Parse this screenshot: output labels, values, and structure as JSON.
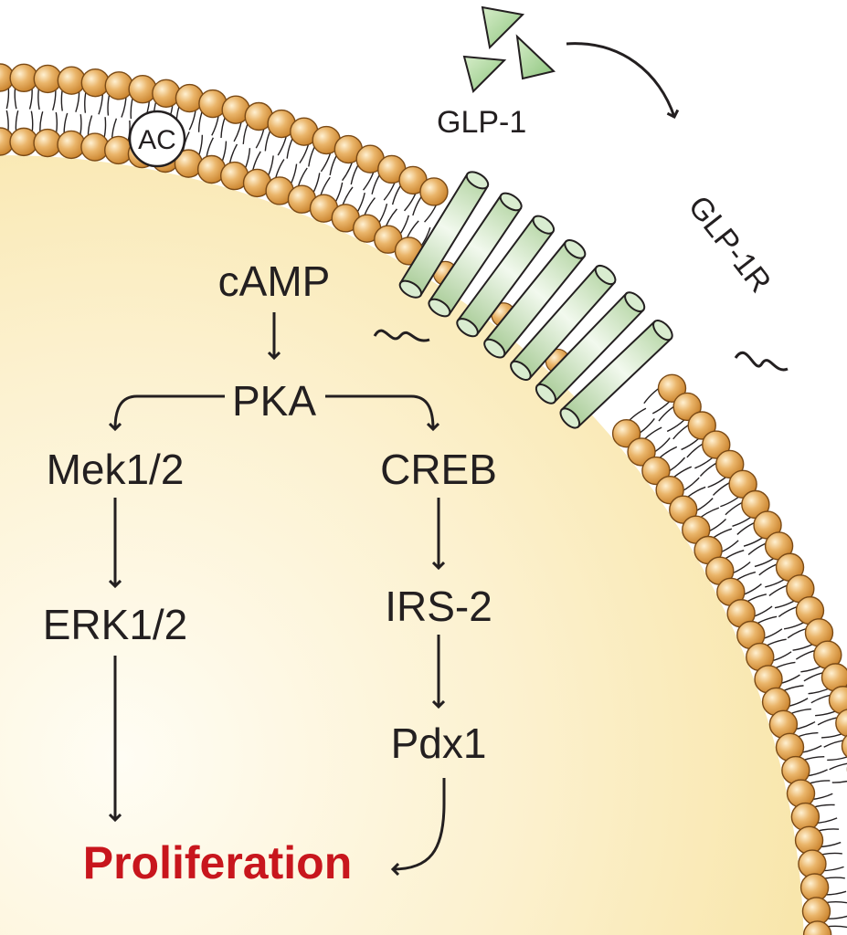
{
  "labels": {
    "ligand": "GLP-1",
    "receptor": "GLP-1R",
    "enzyme": "AC"
  },
  "nodes": {
    "camp": "cAMP",
    "pka": "PKA",
    "mek": "Mek1/2",
    "erk": "ERK1/2",
    "creb": "CREB",
    "irs2": "IRS-2",
    "pdx1": "Pdx1",
    "outcome": "Proliferation"
  },
  "colors": {
    "cell_interior": "#fbeec3",
    "lipid_head": "#e2a14a",
    "lipid_tail": "#231f20",
    "receptor_fill": "#d9ecd0",
    "receptor_stroke": "#231f20",
    "ligand_fill": "#a6d49a",
    "outcome_text": "#c8161d"
  }
}
